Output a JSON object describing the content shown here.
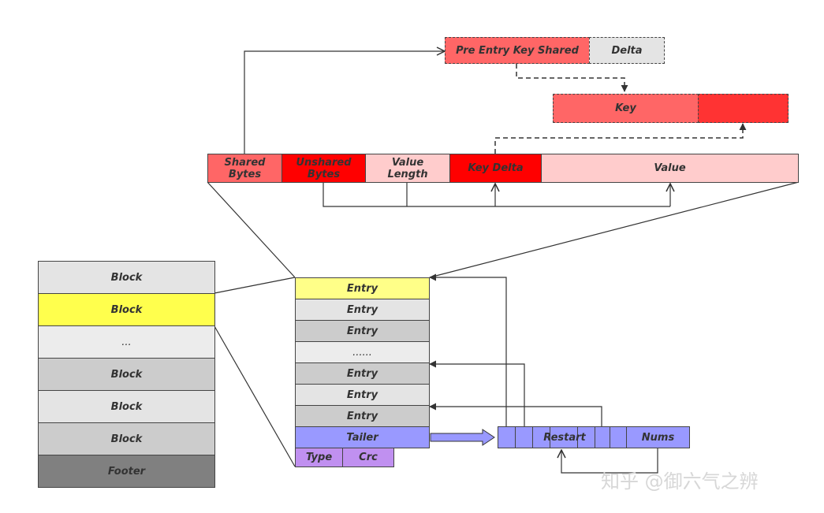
{
  "colors": {
    "light_gray": "#e4e4e4",
    "mid_gray": "#cccccc",
    "dark_gray": "#808080",
    "yellow": "#ffff4d",
    "pale_yellow": "#ffff88",
    "blue": "#9999ff",
    "purple": "#c090f0",
    "red": "#ff0000",
    "light_red": "#ff6666",
    "pink": "#ffcccc"
  },
  "file": {
    "rows": [
      "Block",
      "Block",
      "...",
      "Block",
      "Block",
      "Block",
      "Footer"
    ]
  },
  "block": {
    "entries": [
      "Entry",
      "Entry",
      "Entry",
      "......",
      "Entry",
      "Entry",
      "Entry"
    ],
    "tailer": "Tailer",
    "type": "Type",
    "crc": "Crc"
  },
  "restart": {
    "label": "Restart",
    "nums": "Nums"
  },
  "entry_fields": {
    "shared_bytes": "Shared Bytes",
    "unshared_bytes": "Unshared Bytes",
    "value_length": "Value Length",
    "key_delta": "Key Delta",
    "value": "Value"
  },
  "key_build": {
    "pre_entry_key_shared": "Pre Entry Key Shared",
    "delta": "Delta",
    "key": "Key"
  },
  "watermark": "知乎 @御六气之辨"
}
